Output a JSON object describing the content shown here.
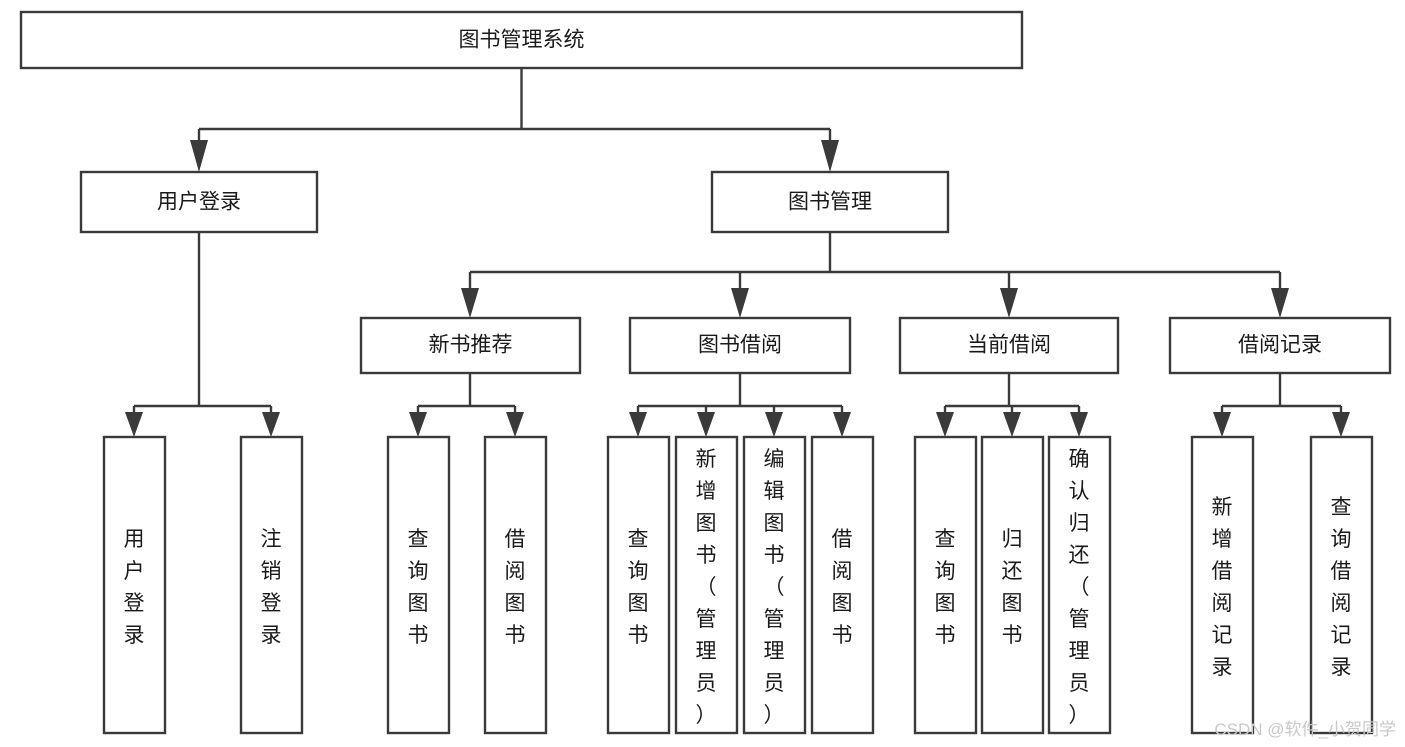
{
  "diagram": {
    "type": "tree",
    "orientation": "top-down",
    "title_node": {
      "id": "root",
      "label": "图书管理系统"
    },
    "level2": [
      {
        "id": "user-login",
        "label": "用户登录"
      },
      {
        "id": "book-manage",
        "label": "图书管理"
      }
    ],
    "level3": [
      {
        "id": "new-book-recommend",
        "label": "新书推荐",
        "parent": "book-manage"
      },
      {
        "id": "book-borrow",
        "label": "图书借阅",
        "parent": "book-manage"
      },
      {
        "id": "current-borrow",
        "label": "当前借阅",
        "parent": "book-manage"
      },
      {
        "id": "borrow-record",
        "label": "借阅记录",
        "parent": "book-manage"
      }
    ],
    "leaves": {
      "user-login": [
        {
          "id": "leaf-user-login",
          "label": "用户登录"
        },
        {
          "id": "leaf-logout-login",
          "label": "注销登录"
        }
      ],
      "new-book-recommend": [
        {
          "id": "leaf-query-book-1",
          "label": "查询图书"
        },
        {
          "id": "leaf-borrow-book-1",
          "label": "借阅图书"
        }
      ],
      "book-borrow": [
        {
          "id": "leaf-query-book-2",
          "label": "查询图书"
        },
        {
          "id": "leaf-add-book",
          "label": "新增图书（管理员）"
        },
        {
          "id": "leaf-edit-book",
          "label": "编辑图书（管理员）"
        },
        {
          "id": "leaf-borrow-book-2",
          "label": "借阅图书"
        }
      ],
      "current-borrow": [
        {
          "id": "leaf-query-book-3",
          "label": "查询图书"
        },
        {
          "id": "leaf-return-book",
          "label": "归还图书"
        },
        {
          "id": "leaf-confirm-return",
          "label": "确认归还（管理员）"
        }
      ],
      "borrow-record": [
        {
          "id": "leaf-add-record",
          "label": "新增借阅记录"
        },
        {
          "id": "leaf-query-record",
          "label": "查询借阅记录"
        }
      ]
    },
    "colors": {
      "box_stroke": "#3a3a3a",
      "box_fill": "#ffffff",
      "connector": "#3a3a3a",
      "text": "#1a1a1a",
      "watermark": "#c9c9c9",
      "background": "#ffffff"
    }
  },
  "watermark": {
    "text": "CSDN @软件_小贺同学"
  }
}
